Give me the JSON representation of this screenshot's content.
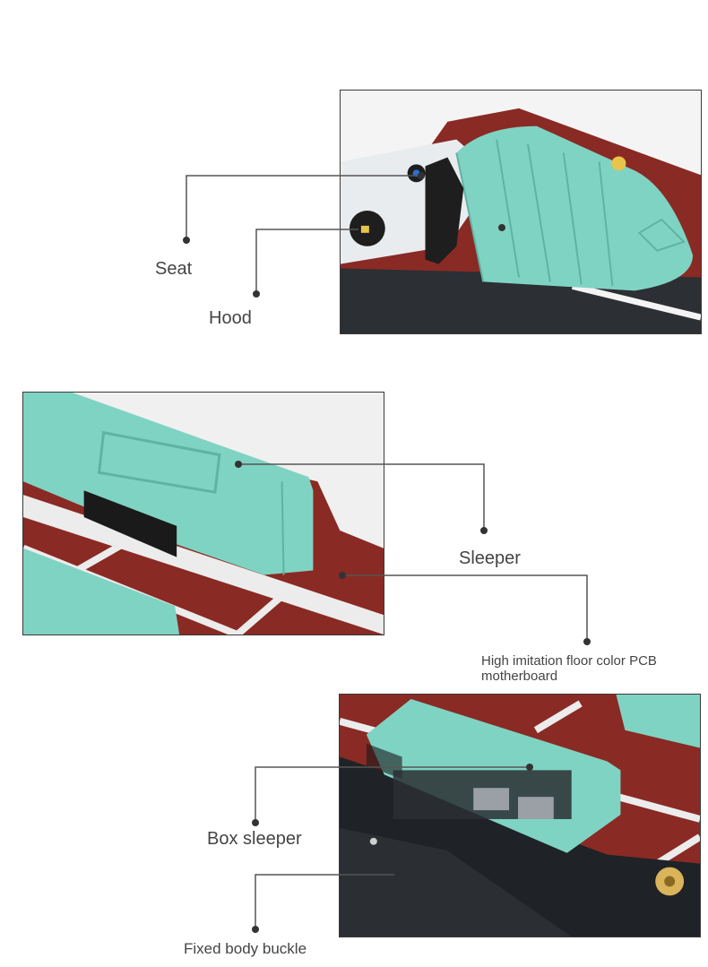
{
  "callouts": {
    "seat": "Seat",
    "hood": "Hood",
    "sleeper": "Sleeper",
    "pcb_line1": "High imitation floor color PCB",
    "pcb_line2": "motherboard",
    "box_sleeper": "Box sleeper",
    "fixed_body_buckle": "Fixed body buckle"
  },
  "colors": {
    "teal_part": "#7fd3c3",
    "pcb_red": "#8a2a24",
    "leader_line": "#555555",
    "label_text": "#444444"
  }
}
